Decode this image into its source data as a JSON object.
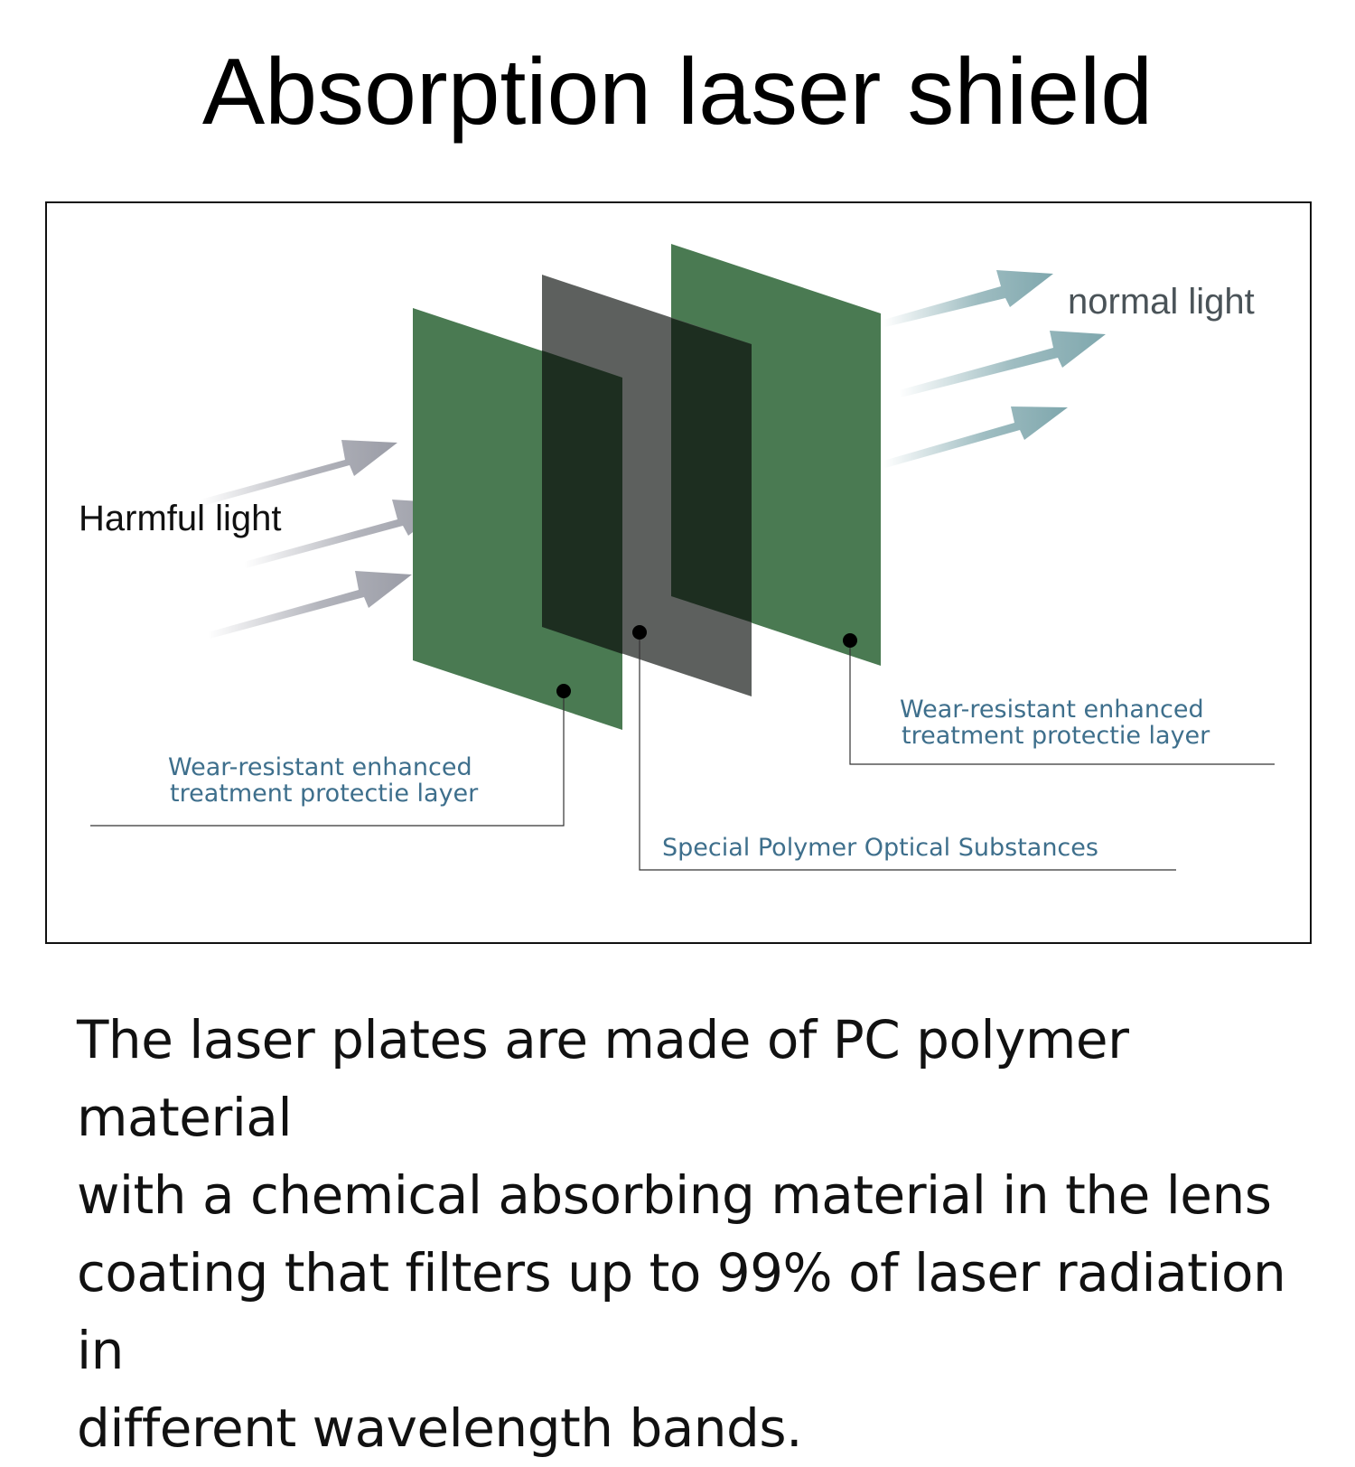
{
  "title": "Absorption laser shield",
  "diagram": {
    "harmful_label": "Harmful light",
    "normal_label": "normal light",
    "callouts": {
      "front_layer": [
        "Wear-resistant enhanced",
        "treatment protectie layer"
      ],
      "middle_layer": [
        "Special Polymer Optical Substances"
      ],
      "back_layer": [
        "Wear-resistant enhanced",
        "treatment protectie layer"
      ]
    },
    "colors": {
      "outer_layer": "#4a7a52",
      "middle_layer": "#5d605e",
      "overlap": "#1d2e20",
      "harmful_arrow": "#9a9ca6",
      "normal_arrow": "#7fa7ad",
      "callout_text": "#3e6f8c"
    }
  },
  "description": {
    "lines": [
      "The laser plates are made of PC polymer material",
      "with a chemical absorbing material in the lens",
      "coating that filters up to 99% of laser radiation in",
      "different wavelength bands."
    ]
  }
}
